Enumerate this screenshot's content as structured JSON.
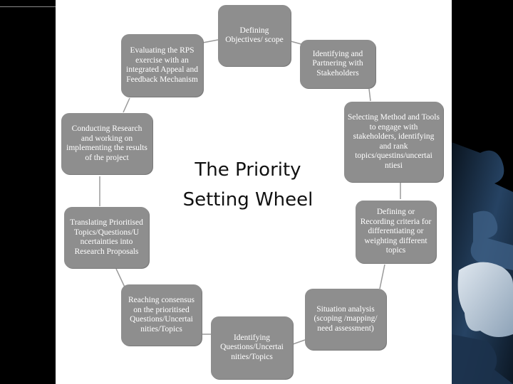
{
  "diagram": {
    "title": "The Priority Setting Wheel",
    "title_lines": [
      "The Priority",
      "Setting Wheel"
    ],
    "steps": [
      "Defining Objectives/ scope",
      "Identifying and Partnering with Stakeholders",
      "Selecting Method and Tools to engage with stakeholders, identifying and rank topics/questins/uncertai ntiesi",
      "Defining  or Recording criteria for differentiating or weighting different  topics",
      "Situation analysis (scoping /mapping/ need assessment)",
      "Identifying Questions/Uncertai nities/Topics",
      "Reaching consensus on the prioritised Questions/Uncertai nities/Topics",
      "Translating Prioritised Topics/Questions/U ncertainties into Research Proposals",
      "Conducting Research and working on implementing the results of the project",
      "Evaluating the RPS exercise with an integrated Appeal and Feedback Mechanism"
    ]
  },
  "colors": {
    "box_fill": "#8e8e8e",
    "box_text": "#ffffff",
    "connector": "#9a9a9a",
    "background": "#000000",
    "panel": "#ffffff",
    "puzzle_blue": "#2a4a6e"
  }
}
